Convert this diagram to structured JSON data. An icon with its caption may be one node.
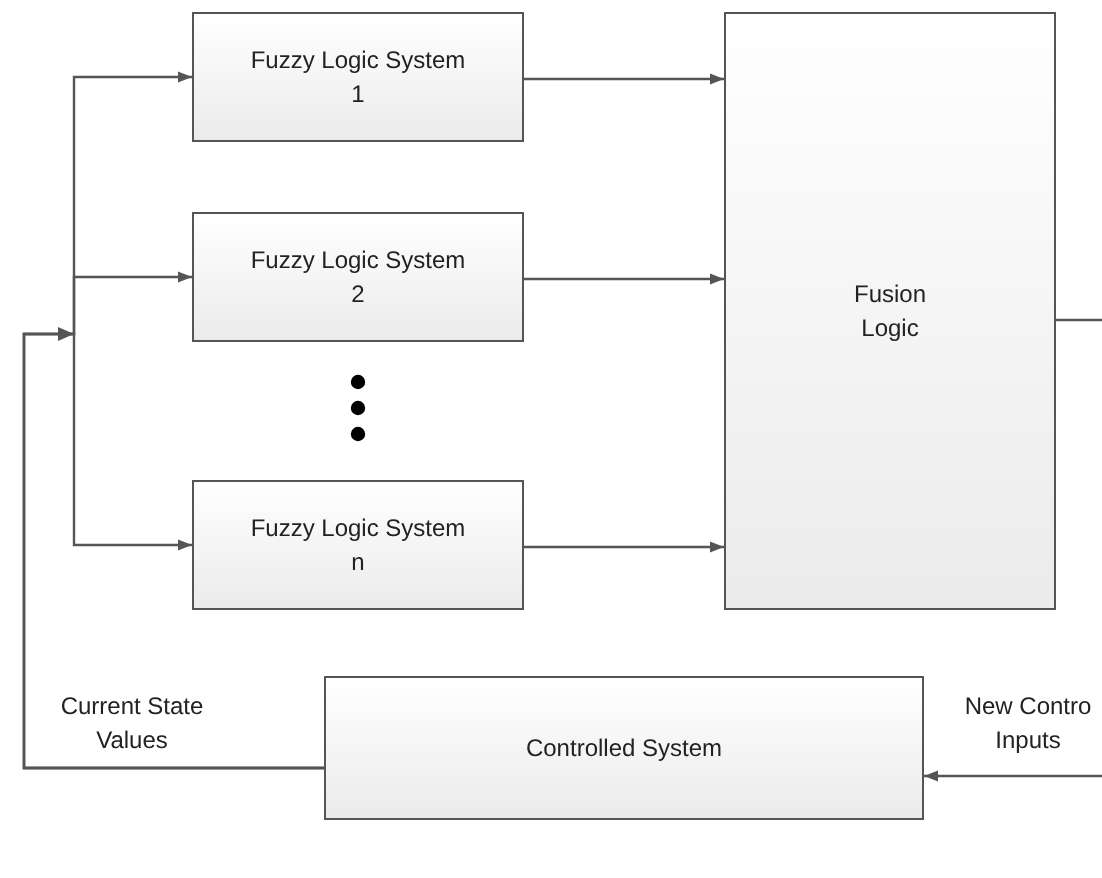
{
  "diagram": {
    "nodes": [
      {
        "text": [
          "Fuzzy Logic System 1"
        ]
      },
      {
        "text": [
          "Fuzzy Logic System 2"
        ]
      },
      {
        "text": [
          "Fuzzy Logic System n"
        ]
      },
      {
        "text": [
          "Fusion Logic"
        ]
      },
      {
        "text": [
          "Controlled System"
        ]
      }
    ],
    "edges": [
      {
        "from": 4,
        "to": 0,
        "arrow": "to"
      },
      {
        "from": 4,
        "to": 1,
        "arrow": "to"
      },
      {
        "from": 4,
        "to": 2,
        "arrow": "to"
      },
      {
        "from": 0,
        "to": 3,
        "arrow": "to"
      },
      {
        "from": 1,
        "to": 3,
        "arrow": "to"
      },
      {
        "from": 2,
        "to": 3,
        "arrow": "to"
      },
      {
        "from": 3,
        "to": null,
        "arrow": "none"
      },
      {
        "from": null,
        "to": 4,
        "arrow": "to",
        "label": "New Contro Inputs"
      }
    ],
    "labels": [
      "Current State Values"
    ]
  }
}
